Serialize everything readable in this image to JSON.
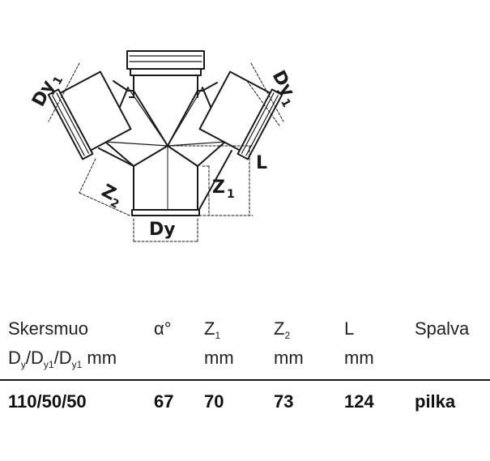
{
  "diagram": {
    "labels": {
      "dy1_left": "Dy",
      "dy1_left_sub": "1",
      "dy1_right": "Dy",
      "dy1_right_sub": "1",
      "L": "L",
      "z1": "Z",
      "z1_sub": "1",
      "z2": "Z",
      "z2_sub": "2",
      "dy": "Dy"
    },
    "colors": {
      "stroke": "#1a1a1a",
      "fill": "#ffffff"
    }
  },
  "table": {
    "headers": {
      "size_line1": "Skersmuo",
      "size_d1": "D",
      "size_d1_sub": "y",
      "size_d2": "/D",
      "size_d2_sub": "y1",
      "size_d3": "/D",
      "size_d3_sub": "y1",
      "size_unit": " mm",
      "alpha": "α°",
      "z1": "Z",
      "z1_sub": "1",
      "z1_unit": "mm",
      "z2": "Z",
      "z2_sub": "2",
      "z2_unit": "mm",
      "L": "L",
      "L_unit": "mm",
      "color": "Spalva"
    },
    "rows": [
      {
        "size": "110/50/50",
        "alpha": "67",
        "z1": "70",
        "z2": "73",
        "L": "124",
        "color": "pilka"
      }
    ]
  }
}
